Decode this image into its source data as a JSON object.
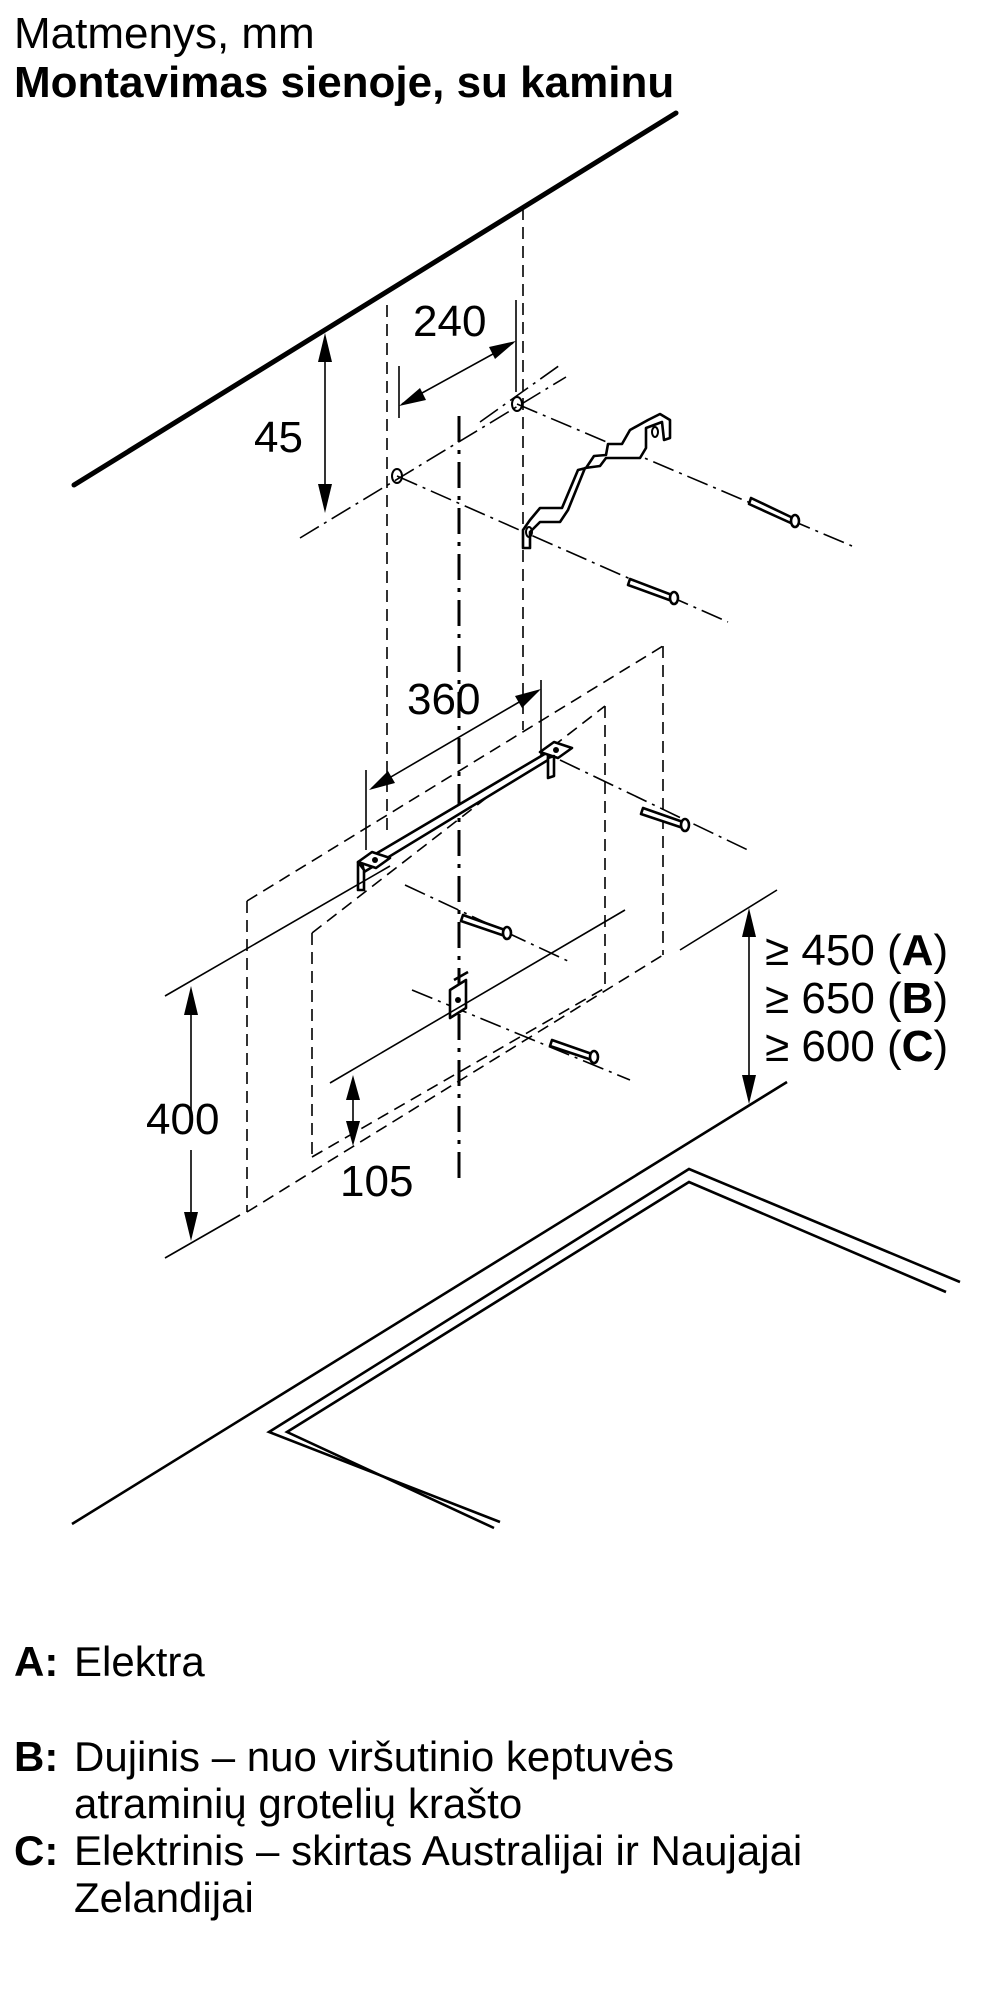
{
  "header": {
    "title": "Matmenys, mm",
    "subtitle": "Montavimas sienoje, su kaminu"
  },
  "dimensions": {
    "d45": "45",
    "d240": "240",
    "d360": "360",
    "d400": "400",
    "d105": "105",
    "clearances": [
      {
        "prefix": "≥ 450 (",
        "key": "A",
        "suffix": ")"
      },
      {
        "prefix": "≥ 650 (",
        "key": "B",
        "suffix": ")"
      },
      {
        "prefix": "≥ 600 (",
        "key": "C",
        "suffix": ")"
      }
    ]
  },
  "legend": [
    {
      "key": "A:",
      "lines": [
        "Elektra"
      ]
    },
    {
      "key": "B:",
      "lines": [
        "Dujinis – nuo viršutinio keptuvės",
        "atraminių grotelių krašto"
      ]
    },
    {
      "key": "C:",
      "lines": [
        "Elektrinis – skirtas Australijai ir Naujajai",
        "Zelandijai"
      ]
    }
  ]
}
